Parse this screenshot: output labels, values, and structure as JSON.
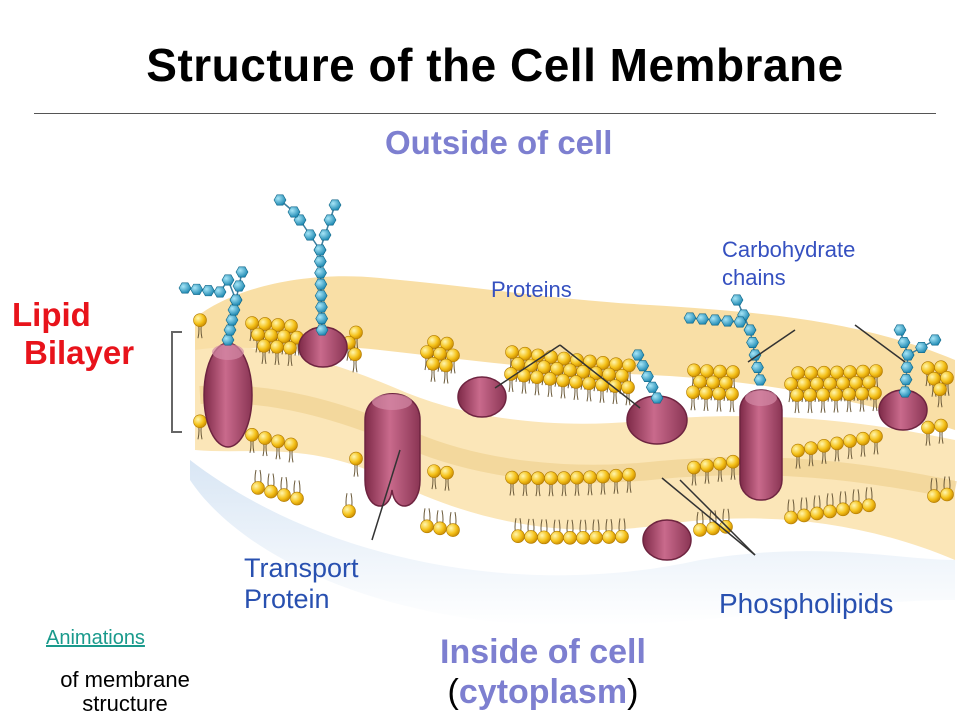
{
  "title": "Structure of the Cell Membrane",
  "labels": {
    "outside": "Outside of cell",
    "lipid_line1": "Lipid",
    "lipid_line2": "Bilayer",
    "proteins": "Proteins",
    "carbohydrate_line1": "Carbohydrate",
    "carbohydrate_line2": "chains",
    "transport_line1": "Transport",
    "transport_line2": "Protein",
    "phospholipids": "Phospholipids",
    "inside_line1": "Inside of cell",
    "inside_paren_open": "(",
    "inside_word": "cytoplasm",
    "inside_paren_close": ")"
  },
  "footer": {
    "link_text": "Animations",
    "rest_line1": "of membrane",
    "rest_line2": "structure"
  },
  "colors": {
    "title": "#000000",
    "outside_inside": "#7d7fd0",
    "lipid_bilayer": "#e8131b",
    "label_blue": "#2850b0",
    "link": "#1a9a8c",
    "membrane": "#f7d58f",
    "head": "#f5c21a",
    "protein": "#b0486c",
    "sugar": "#1f9bc4"
  }
}
